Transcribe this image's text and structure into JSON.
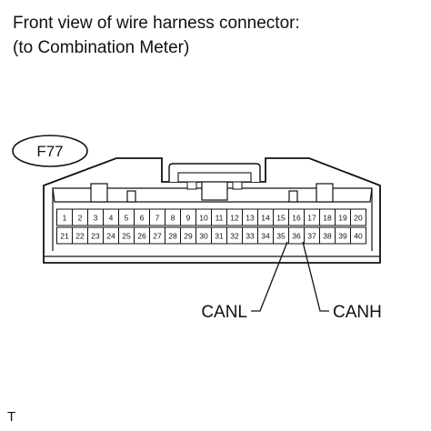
{
  "title_line1": "Front view of wire harness connector:",
  "title_line2": "(to Combination Meter)",
  "connector_id": "F77",
  "pins_row1": [
    "1",
    "2",
    "3",
    "4",
    "5",
    "6",
    "7",
    "8",
    "9",
    "10",
    "11",
    "12",
    "13",
    "14",
    "15",
    "16",
    "17",
    "18",
    "19",
    "20"
  ],
  "pins_row2": [
    "21",
    "22",
    "23",
    "24",
    "25",
    "26",
    "27",
    "28",
    "29",
    "30",
    "31",
    "32",
    "33",
    "34",
    "35",
    "36",
    "37",
    "38",
    "39",
    "40"
  ],
  "callouts": [
    {
      "pin": "35",
      "label": "CANL"
    },
    {
      "pin": "36",
      "label": "CANH"
    }
  ],
  "footer_mark": "T"
}
